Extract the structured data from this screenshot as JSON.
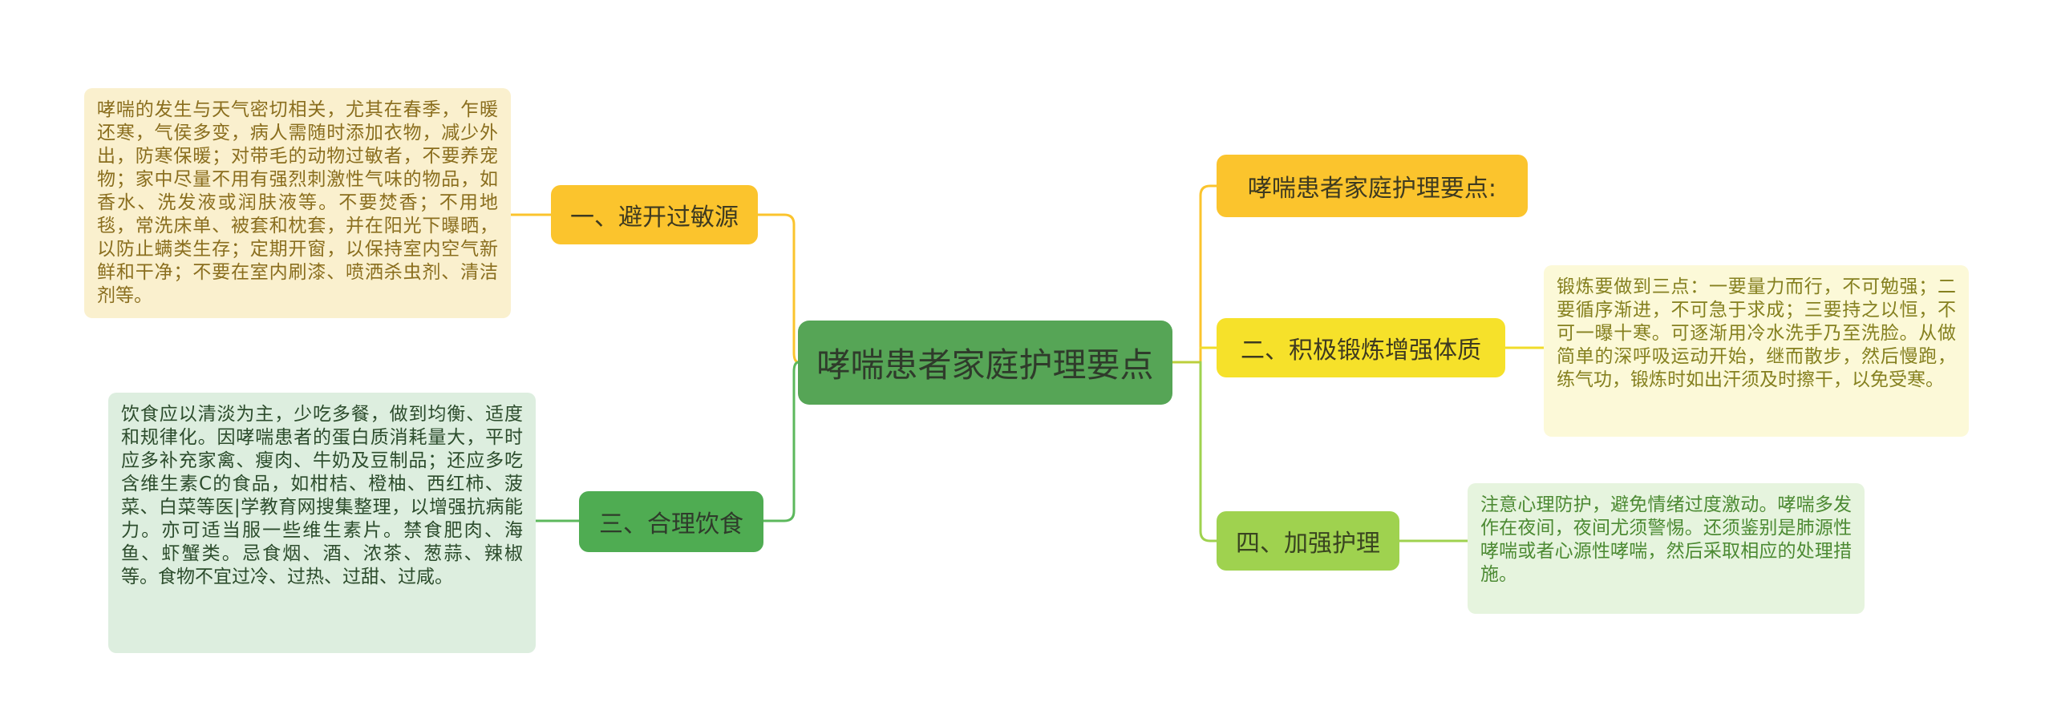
{
  "diagram": {
    "central_topic": "哮喘患者家庭护理要点",
    "subtitle_node": "哮喘患者家庭护理要点:",
    "branches": [
      {
        "label": "一、避开过敏源",
        "note": "哮喘的发生与天气密切相关，尤其在春季，乍暖还寒，气侯多变，病人需随时添加衣物，减少外出，防寒保暖；对带毛的动物过敏者，不要养宠物；家中尽量不用有强烈刺激性气味的物品，如香水、洗发液或润肤液等。不要焚香；不用地毯，常洗床单、被套和枕套，并在阳光下曝晒，以防止螨类生存；定期开窗，以保持室内空气新鲜和干净；不要在室内刷漆、喷洒杀虫剂、清洁剂等。"
      },
      {
        "label": "二、积极锻炼增强体质",
        "note": "锻炼要做到三点：一要量力而行，不可勉强；二要循序渐进，不可急于求成；三要持之以恒，不可一曝十寒。可逐渐用冷水洗手乃至洗脸。从做简单的深呼吸运动开始，继而散步，然后慢跑，练气功，锻炼时如出汗须及时擦干，以免受寒。"
      },
      {
        "label": "三、合理饮食",
        "note": "饮食应以清淡为主，少吃多餐，做到均衡、适度和规律化。因哮喘患者的蛋白质消耗量大，平时应多补充家禽、瘦肉、牛奶及豆制品；还应多吃含维生素C的食品，如柑桔、橙柚、西红柿、菠菜、白菜等医|学教育网搜集整理，以增强抗病能力。亦可适当服一些维生素片。禁食肥肉、海鱼、虾蟹类。忌食烟、酒、浓茶、葱蒜、辣椒等。食物不宜过冷、过热、过甜、过咸。"
      },
      {
        "label": "四、加强护理",
        "note": "注意心理防护，避免情绪过度激动。哮喘多发作在夜间，夜间尤须警惕。还须鉴别是肺源性哮喘或者心源性哮喘，然后采取相应的处理措施。"
      }
    ]
  },
  "colors": {
    "central_green": "#56A556",
    "branch_gold": "#FBC42D",
    "branch_yellow": "#F6E12A",
    "branch3_green": "#4FAC52",
    "branch4_lightgreen": "#9FD24F",
    "note_cream_bg": "#FAF0CE",
    "note_cream_text": "#8A6E1E",
    "note_yellow_bg": "#FCF9D8",
    "note_yellow_text": "#85801F",
    "note_mint_bg": "#DDEEDF",
    "note_mint_text": "#2C4C2C",
    "note_lightgreen_bg": "#E6F4DE",
    "note_lightgreen_text": "#4C8A33",
    "connector_gold": "#FBC42D",
    "connector_yellow": "#F0DC2A",
    "connector_green": "#5CB85C",
    "connector_lightgreen": "#9FD24F",
    "connector_stub": "#BCCF3B"
  }
}
